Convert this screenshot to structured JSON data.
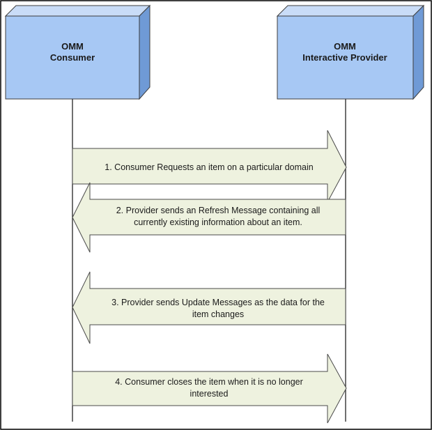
{
  "colors": {
    "box_front": "#a7c8f4",
    "box_top": "#c9dcf7",
    "box_side": "#6f9ad6",
    "box_stroke": "#3d3d3d",
    "arrow_fill": "#eef2df",
    "arrow_stroke": "#4a4a4a",
    "lifeline": "#222222",
    "border": "#000000"
  },
  "consumer": {
    "line1": "OMM",
    "line2": "Consumer"
  },
  "provider": {
    "line1": "OMM",
    "line2": "Interactive Provider"
  },
  "messages": [
    {
      "direction": "right",
      "lines": [
        "1. Consumer Requests an item on a particular domain"
      ]
    },
    {
      "direction": "left",
      "lines": [
        "2. Provider sends an Refresh Message containing all",
        "currently existing information about an item."
      ]
    },
    {
      "direction": "left",
      "lines": [
        "3. Provider sends Update Messages as the data for the",
        "item changes"
      ]
    },
    {
      "direction": "right",
      "lines": [
        "4. Consumer closes the item when it is no longer",
        "interested"
      ]
    }
  ]
}
